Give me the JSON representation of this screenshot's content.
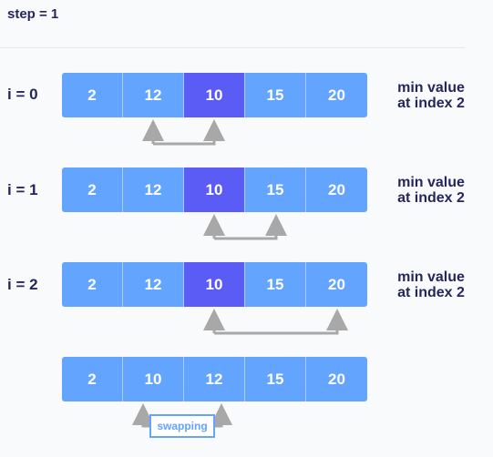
{
  "title": "step = 1",
  "rows": [
    {
      "label": "i = 0",
      "values": [
        "2",
        "12",
        "10",
        "15",
        "20"
      ],
      "note_line1": "min value",
      "note_line2": "at index 2"
    },
    {
      "label": "i = 1",
      "values": [
        "2",
        "12",
        "10",
        "15",
        "20"
      ],
      "note_line1": "min value",
      "note_line2": "at index 2"
    },
    {
      "label": "i = 2",
      "values": [
        "2",
        "12",
        "10",
        "15",
        "20"
      ],
      "note_line1": "min value",
      "note_line2": "at index 2"
    },
    {
      "label": "",
      "values": [
        "2",
        "10",
        "12",
        "15",
        "20"
      ],
      "note_line1": "",
      "note_line2": ""
    }
  ],
  "swap_label": "swapping",
  "colors": {
    "cell": "#63a4ff",
    "highlight": "#5b5cf5",
    "arrow": "#a8a8a8",
    "text": "#25265e"
  }
}
